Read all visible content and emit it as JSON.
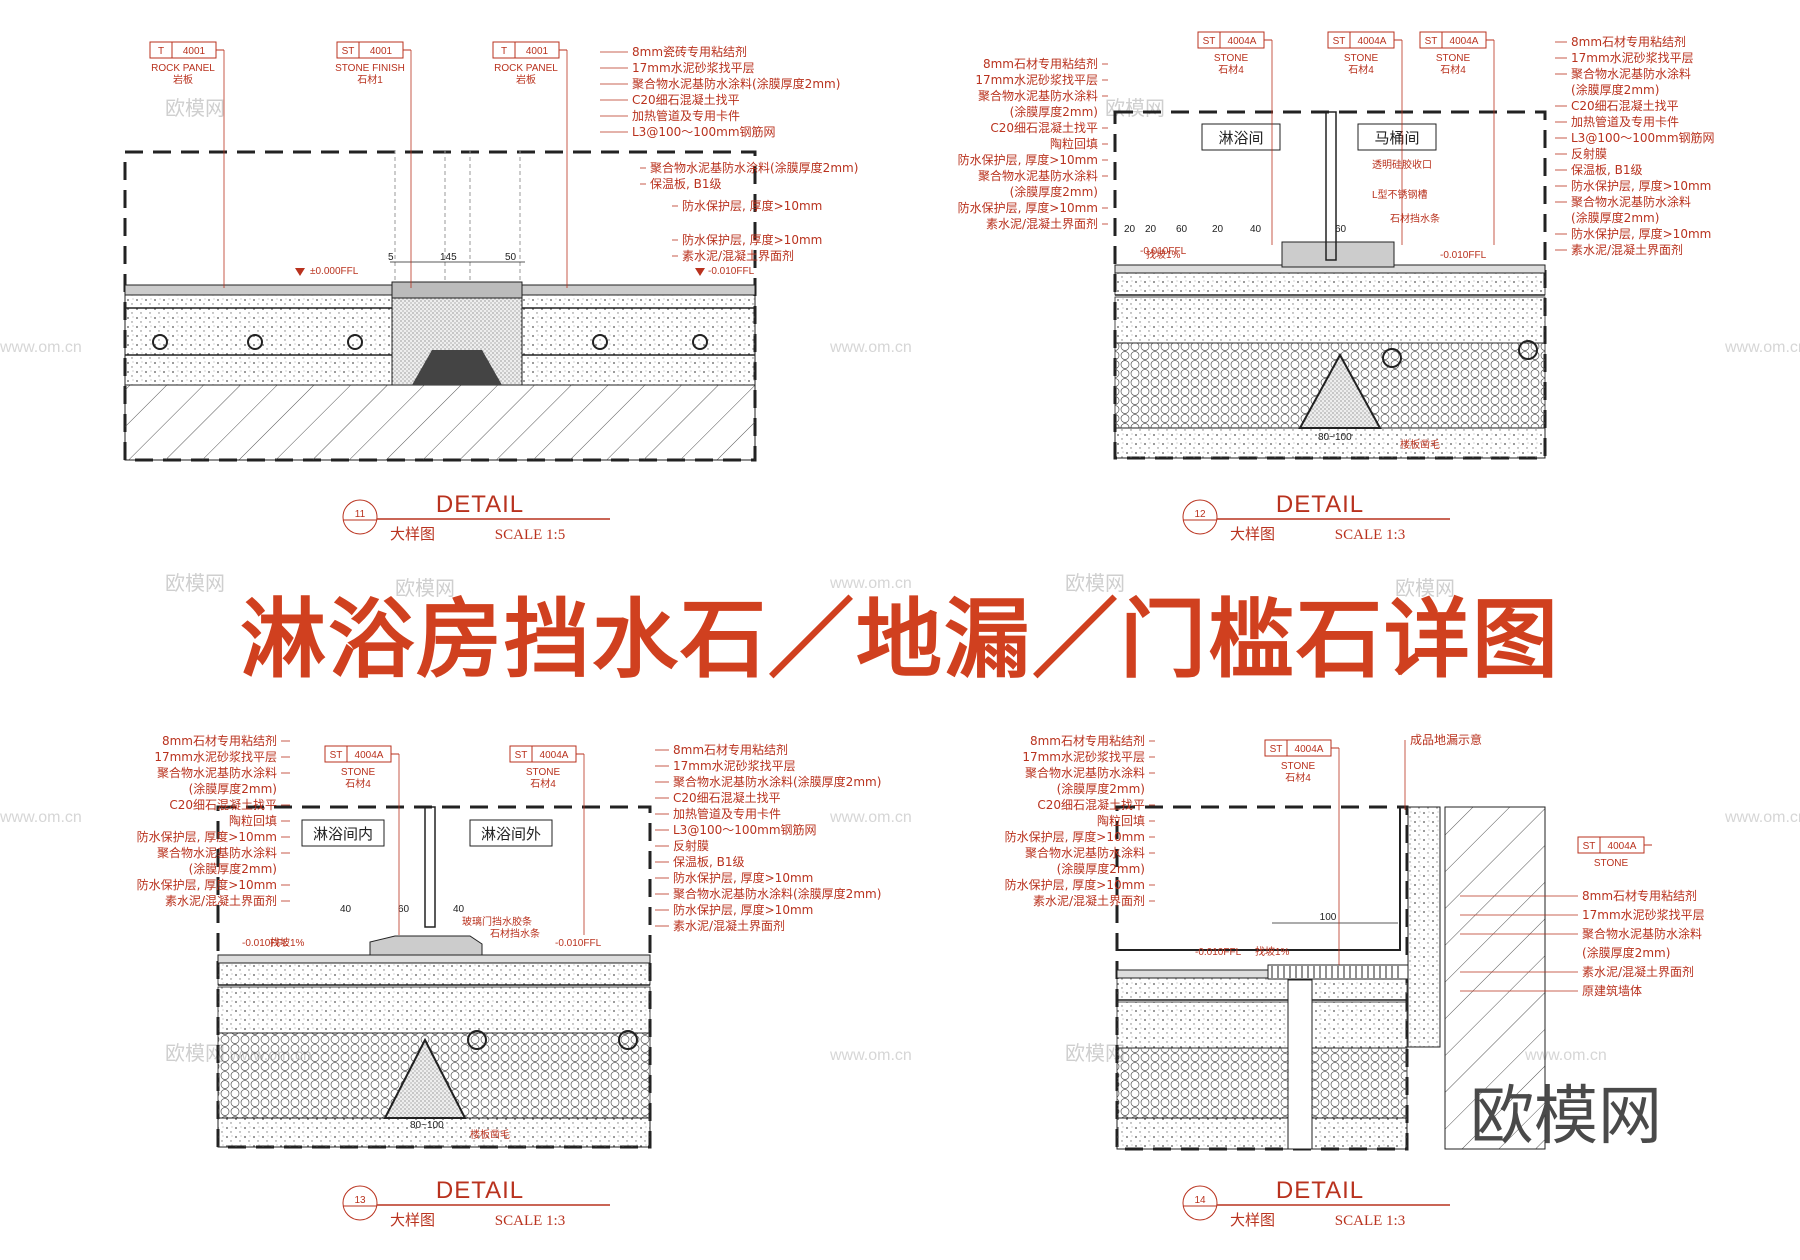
{
  "banner_title": "淋浴房挡水石／地漏／门槛石详图",
  "brand": "欧模网",
  "watermarks": [
    "欧模网",
    "www.om.cn"
  ],
  "details": [
    {
      "id": "11",
      "detail": "DETAIL",
      "sub": "大样图",
      "scale": "SCALE 1:5",
      "tags": [
        {
          "code": "T",
          "num": "4001",
          "en": "ROCK PANEL",
          "cn": "岩板"
        },
        {
          "code": "ST",
          "num": "4001",
          "en": "STONE FINISH",
          "cn": "石材1"
        },
        {
          "code": "T",
          "num": "4001",
          "en": "ROCK PANEL",
          "cn": "岩板"
        }
      ],
      "labels": [
        "8mm瓷砖专用粘结剂",
        "17mm水泥砂浆找平层",
        "聚合物水泥基防水涂料(涂膜厚度2mm)",
        "C20细石混凝土找平",
        "加热管道及专用卡件",
        "L3@100～100mm钢筋网",
        "聚合物水泥基防水涂料(涂膜厚度2mm)",
        "保温板, B1级",
        "防水保护层, 厚度>10mm",
        "防水保护层, 厚度>10mm",
        "素水泥/混凝土界面剂"
      ],
      "dims": [
        "5",
        "145",
        "50"
      ],
      "levels": [
        "±0.000FFL",
        "-0.010FFL"
      ]
    },
    {
      "id": "12",
      "detail": "DETAIL",
      "sub": "大样图",
      "scale": "SCALE 1:3",
      "tags": [
        {
          "code": "ST",
          "num": "4004A",
          "en": "STONE",
          "cn": "石材4"
        },
        {
          "code": "ST",
          "num": "4004A",
          "en": "STONE",
          "cn": "石材4"
        },
        {
          "code": "ST",
          "num": "4004A",
          "en": "STONE",
          "cn": "石材4"
        }
      ],
      "rooms": [
        "淋浴间",
        "马桶间"
      ],
      "notes": [
        "透明硅胶收口",
        "L型不锈钢槽",
        "石材挡水条"
      ],
      "labels_left": [
        "8mm石材专用粘结剂",
        "17mm水泥砂浆找平层",
        "聚合物水泥基防水涂料",
        "(涂膜厚度2mm)",
        "C20细石混凝土找平",
        "陶粒回填",
        "防水保护层, 厚度>10mm",
        "聚合物水泥基防水涂料",
        "(涂膜厚度2mm)",
        "防水保护层, 厚度>10mm",
        "素水泥/混凝土界面剂"
      ],
      "labels_right": [
        "8mm石材专用粘结剂",
        "17mm水泥砂浆找平层",
        "聚合物水泥基防水涂料",
        "(涂膜厚度2mm)",
        "C20细石混凝土找平",
        "加热管道及专用卡件",
        "L3@100～100mm钢筋网",
        "反射膜",
        "保温板, B1级",
        "防水保护层, 厚度>10mm",
        "聚合物水泥基防水涂料",
        "(涂膜厚度2mm)",
        "防水保护层, 厚度>10mm",
        "素水泥/混凝土界面剂"
      ],
      "dims": [
        "20",
        "20",
        "60",
        "20",
        "40",
        "60"
      ],
      "levels": [
        "-0.010FFL",
        "-0.010FFL"
      ],
      "bottom": "80~100",
      "slope": "找坡1%",
      "rough": "楼板凿毛"
    },
    {
      "id": "13",
      "detail": "DETAIL",
      "sub": "大样图",
      "scale": "SCALE 1:3",
      "tags": [
        {
          "code": "ST",
          "num": "4004A",
          "en": "STONE",
          "cn": "石材4"
        },
        {
          "code": "ST",
          "num": "4004A",
          "en": "STONE",
          "cn": "石材4"
        }
      ],
      "rooms": [
        "淋浴间内",
        "淋浴间外"
      ],
      "notes": [
        "玻璃门挡水胶条",
        "石材挡水条"
      ],
      "labels_left": [
        "8mm石材专用粘结剂",
        "17mm水泥砂浆找平层",
        "聚合物水泥基防水涂料",
        "(涂膜厚度2mm)",
        "C20细石混凝土找平",
        "陶粒回填",
        "防水保护层, 厚度>10mm",
        "聚合物水泥基防水涂料",
        "(涂膜厚度2mm)",
        "防水保护层, 厚度>10mm",
        "素水泥/混凝土界面剂"
      ],
      "labels_right": [
        "8mm石材专用粘结剂",
        "17mm水泥砂浆找平层",
        "聚合物水泥基防水涂料(涂膜厚度2mm)",
        "C20细石混凝土找平",
        "加热管道及专用卡件",
        "L3@100～100mm钢筋网",
        "反射膜",
        "保温板, B1级",
        "防水保护层, 厚度>10mm",
        "聚合物水泥基防水涂料(涂膜厚度2mm)",
        "防水保护层, 厚度>10mm",
        "素水泥/混凝土界面剂"
      ],
      "dims": [
        "40",
        "60",
        "40"
      ],
      "levels": [
        "-0.010FFL",
        "-0.010FFL"
      ],
      "bottom": "80~100",
      "slope": "找坡1%",
      "rough": "楼板凿毛"
    },
    {
      "id": "14",
      "detail": "DETAIL",
      "sub": "大样图",
      "scale": "SCALE 1:3",
      "tags": [
        {
          "code": "ST",
          "num": "4004A",
          "en": "STONE",
          "cn": "石材4"
        },
        {
          "code": "ST",
          "num": "4004A",
          "en": "STONE",
          "cn": ""
        }
      ],
      "top_note": "成品地漏示意",
      "labels_left": [
        "8mm石材专用粘结剂",
        "17mm水泥砂浆找平层",
        "聚合物水泥基防水涂料",
        "(涂膜厚度2mm)",
        "C20细石混凝土找平",
        "陶粒回填",
        "防水保护层, 厚度>10mm",
        "聚合物水泥基防水涂料",
        "(涂膜厚度2mm)",
        "防水保护层, 厚度>10mm",
        "素水泥/混凝土界面剂"
      ],
      "labels_right": [
        "8mm石材专用粘结剂",
        "17mm水泥砂浆找平层",
        "聚合物水泥基防水涂料",
        "(涂膜厚度2mm)",
        "素水泥/混凝土界面剂",
        "原建筑墙体"
      ],
      "dims": [
        "100"
      ],
      "levels": [
        "-0.010FFL"
      ],
      "slope": "找坡1%"
    }
  ],
  "colors": {
    "annotation": "#b9321e",
    "banner": "#d0401f",
    "line": "#222222"
  }
}
